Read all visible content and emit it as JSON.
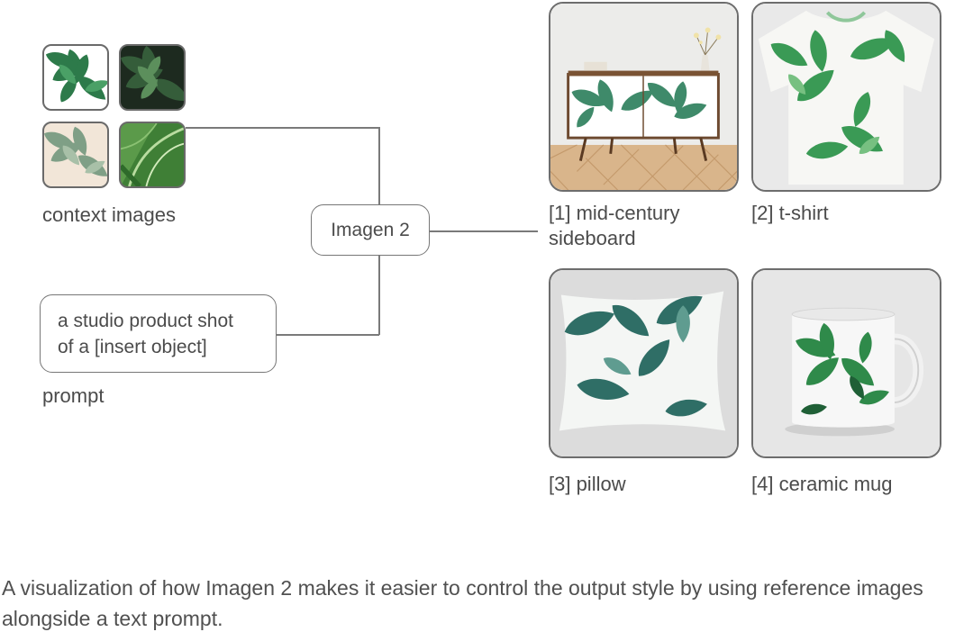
{
  "context": {
    "label": "context images",
    "thumbnails": [
      "banana-leaf-pattern-white",
      "banana-leaf-pattern-dark",
      "banana-leaf-pattern-pale",
      "banana-leaf-closeup"
    ]
  },
  "model": {
    "label": "Imagen 2"
  },
  "prompt": {
    "line1": "a studio product shot",
    "line2": "of a [insert object]",
    "label": "prompt"
  },
  "outputs": [
    {
      "line1": "[1] mid-century",
      "line2": "sideboard",
      "icon": "sideboard-photo"
    },
    {
      "line1": "[2] t-shirt",
      "line2": "",
      "icon": "tshirt-photo"
    },
    {
      "line1": "[3] pillow",
      "line2": "",
      "icon": "pillow-photo"
    },
    {
      "line1": "[4] ceramic mug",
      "line2": "",
      "icon": "mug-photo"
    }
  ],
  "caption": "A visualization of how Imagen 2 makes it easier to control the output style by using reference images alongside a text prompt.",
  "colors": {
    "leaf": "#2f7d4f",
    "leaf_dark": "#1f5c38",
    "connector": "#7a7a7a"
  }
}
